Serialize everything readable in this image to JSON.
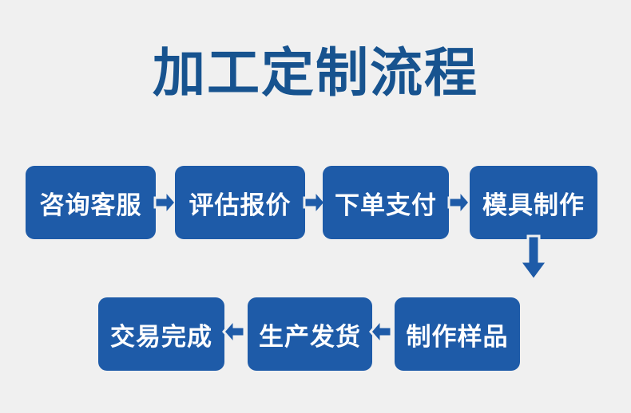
{
  "page": {
    "title": "加工定制流程",
    "background_color": "#f0f0f0",
    "title_color": "#17538f",
    "box_color": "#1e5ba8",
    "box_text_color": "#ffffff",
    "arrow_color": "#1e5ba8"
  },
  "flow": {
    "row1": [
      {
        "id": "step-1",
        "label": "咨询客服"
      },
      {
        "id": "step-2",
        "label": "评估报价"
      },
      {
        "id": "step-3",
        "label": "下单支付"
      },
      {
        "id": "step-4",
        "label": "模具制作"
      }
    ],
    "row2": [
      {
        "id": "step-7",
        "label": "交易完成"
      },
      {
        "id": "step-6",
        "label": "生产发货"
      },
      {
        "id": "step-5",
        "label": "制作样品"
      }
    ],
    "connectors": [
      {
        "id": "connector-1",
        "icon": "arrow-right-icon",
        "direction": "right",
        "from": "咨询客服",
        "to": "评估报价"
      },
      {
        "id": "connector-2",
        "icon": "arrow-right-icon",
        "direction": "right",
        "from": "评估报价",
        "to": "下单支付"
      },
      {
        "id": "connector-3",
        "icon": "arrow-right-icon",
        "direction": "right",
        "from": "下单支付",
        "to": "模具制作"
      },
      {
        "id": "connector-4",
        "icon": "arrow-down-icon",
        "direction": "down",
        "from": "模具制作",
        "to": "制作样品"
      },
      {
        "id": "connector-5",
        "icon": "arrow-left-icon",
        "direction": "left",
        "from": "制作样品",
        "to": "生产发货"
      },
      {
        "id": "connector-6",
        "icon": "arrow-left-icon",
        "direction": "left",
        "from": "生产发货",
        "to": "交易完成"
      }
    ]
  }
}
